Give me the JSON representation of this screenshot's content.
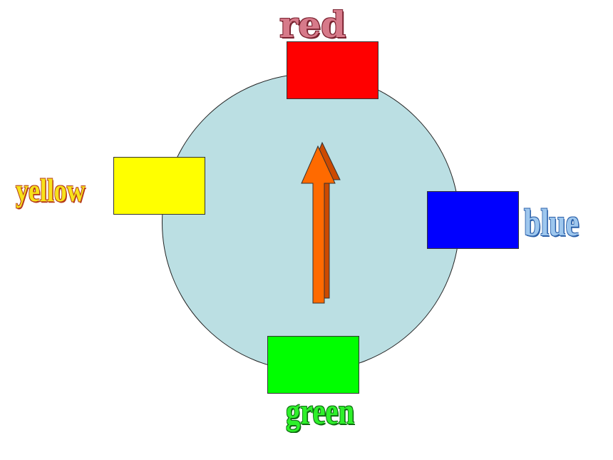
{
  "diagram": {
    "labels": {
      "top": "red",
      "left": "yellow",
      "right": "blue",
      "bottom": "green"
    },
    "colors": {
      "circle_fill": "#bbdfe3",
      "red_box": "#ff0000",
      "yellow_box": "#ffff00",
      "blue_box": "#0000ff",
      "green_box": "#00ff00",
      "arrow_fill": "#ff6a00",
      "arrow_shadow": "#cc4a00"
    },
    "arrow": {
      "points_to": "red"
    }
  }
}
